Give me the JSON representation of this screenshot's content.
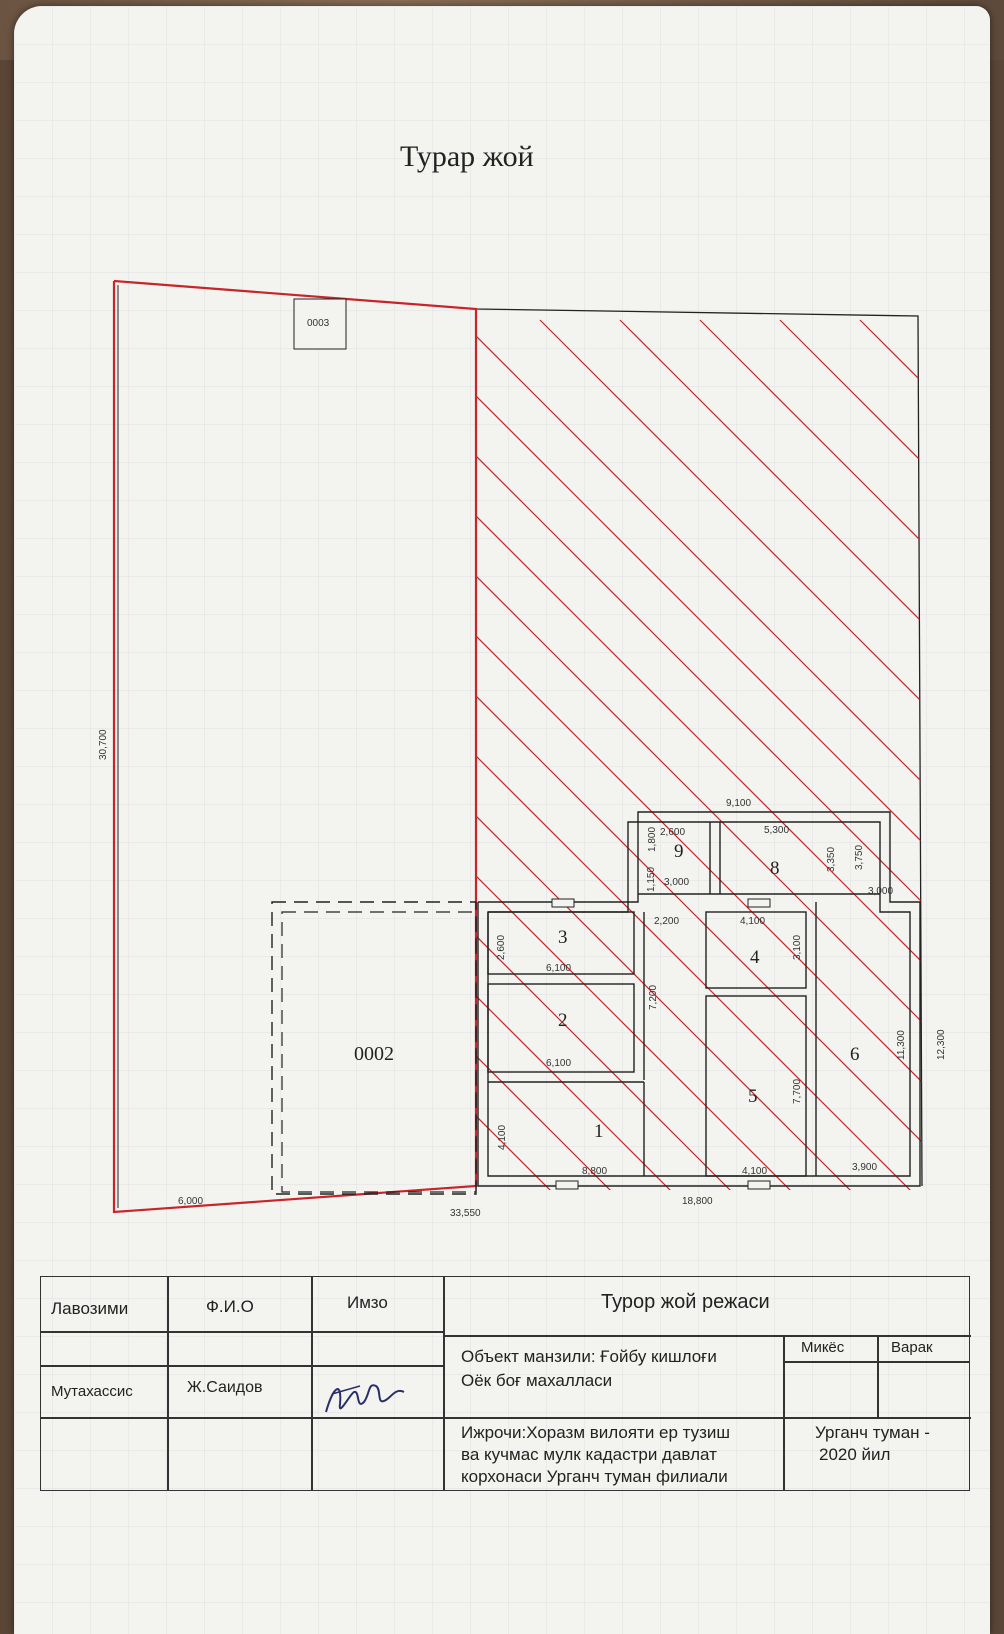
{
  "title": "Турар жой",
  "plan": {
    "lot_labels": [
      "0003",
      "0002"
    ],
    "rooms": [
      "1",
      "2",
      "3",
      "4",
      "5",
      "6",
      "8",
      "9"
    ],
    "dimensions": {
      "left_height": "30,700",
      "bottom_left": "6,000",
      "bottom_total": "33,550",
      "bottom_house": "18,800",
      "top_house": "9,100",
      "room9_w": "2,600",
      "room9_h": "1,800",
      "room9_bottom": "3,000",
      "room8_w": "5,300",
      "room8_h": "3,350",
      "right_step": "3,750",
      "right_top": "3,000",
      "corridor_w": "2,200",
      "corridor_h": "1,150",
      "room4_w": "4,100",
      "room4_h": "3,100",
      "room3_h": "2,600",
      "room3_w": "6,100",
      "rooms23_h": "7,200",
      "room2_w": "6,100",
      "room5_h": "7,700",
      "room6_h": "11,300",
      "right_total": "12,300",
      "room1_h": "4,100",
      "room1_w": "8,800",
      "room5_w": "4,100",
      "room6_w": "3,900"
    }
  },
  "title_block": {
    "heading": "Турор жой режаси",
    "col_position": "Лавозими",
    "col_name": "Ф.И.О",
    "col_signature": "Имзо",
    "col_scale": "Микёс",
    "col_sheet": "Варак",
    "object_address_line1": "Объект манзили: Ғойбу кишлоғи",
    "object_address_line2": "Оёк боғ махалласи",
    "position": "Мутахассис",
    "name": "Ж.Саидов",
    "executor_line1": "Ижрочи:Хоразм вилояти ер тузиш",
    "executor_line2": "ва кучмас мулк кадастри давлат",
    "executor_line3": "корхонаси Урганч туман филиали",
    "district_line1": "Урганч туман -",
    "district_line2": "2020 йил"
  }
}
